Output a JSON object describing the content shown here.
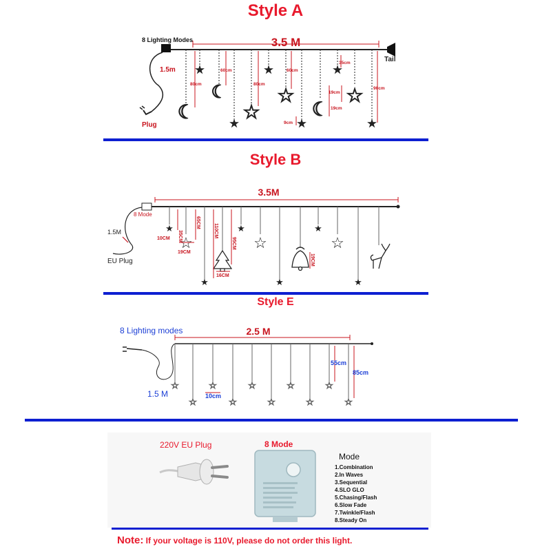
{
  "style_a": {
    "title": "Style A",
    "modes_label": "8 Lighting Modes",
    "length": "3.5 M",
    "cord": "1.5m",
    "plug": "Plug",
    "tail": "Tail",
    "d80a": "80cm",
    "d60a": "60cm",
    "d80b": "80cm",
    "d60b": "60cm",
    "d35": "35cm",
    "d19a": "19cm",
    "d19b": "19cm",
    "d9": "9cm",
    "d90": "90cm"
  },
  "style_b": {
    "title": "Style B",
    "length": "3.5M",
    "modes_label": "8 Mode",
    "cord": "1.5M",
    "plug": "EU Plug",
    "d10": "10CM",
    "d35": "35CM",
    "d65": "65CM",
    "d19a": "19CM",
    "d110": "110CM",
    "d16": "16CM",
    "d95": "95CM",
    "d19b": "19CM"
  },
  "style_e": {
    "title": "Style E",
    "modes_label": "8 Lighting modes",
    "length": "2.5 M",
    "cord": "1.5 M",
    "d10": "10cm",
    "d55": "55cm",
    "d85": "85cm"
  },
  "controller": {
    "plug_label": "220V EU Plug",
    "mode_label": "8 Mode",
    "mode_title": "Mode",
    "modes": [
      "1.Combination",
      "2.In Waves",
      "3.Sequential",
      "4.SLO GLO",
      "5.Chasing/Flash",
      "6.Slow Fade",
      "7.Twinkle/Flash",
      "8.Steady On"
    ]
  },
  "note": {
    "label": "Note:",
    "text": " If your voltage is 110V, please do not order this light."
  },
  "colors": {
    "title_red": "#e8192c",
    "divider_blue": "#0d1fd1",
    "dimension_red": "#c8141e",
    "style_e_blue": "#1c3fd6"
  }
}
